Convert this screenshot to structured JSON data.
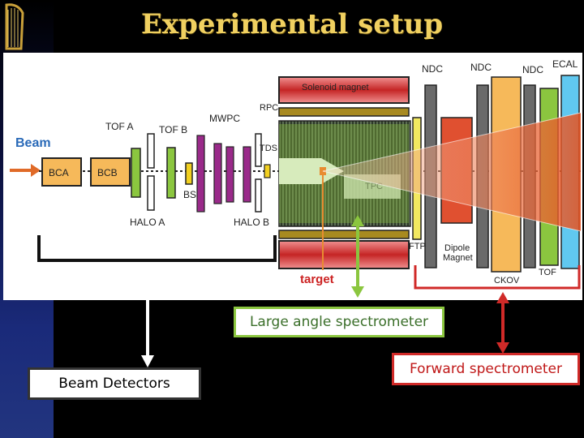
{
  "title": "Experimental setup",
  "labels": {
    "beam": "Beam",
    "bca": "BCA",
    "bcb": "BCB",
    "tof_a": "TOF A",
    "tof_b": "TOF B",
    "mwpc": "MWPC",
    "bs": "BS",
    "halo_a": "HALO A",
    "halo_b": "HALO B",
    "rpc": "RPC",
    "tds": "TDS",
    "solenoid": "Solenoid magnet",
    "tpc": "TPC",
    "target": "target",
    "ftp": "FTP",
    "dipole": "Dipole",
    "magnet": "Magnet",
    "ndc1": "NDC",
    "ndc2": "NDC",
    "ndc3": "NDC",
    "ecal": "ECAL",
    "ckov": "CKOV",
    "tof": "TOF"
  },
  "callouts": {
    "large_angle": "Large angle spectrometer",
    "forward": "Forward spectrometer",
    "beam_detectors": "Beam Detectors"
  },
  "colors": {
    "title": "#f0d060",
    "beam_label": "#2a6ab8",
    "beam_arrow": "#e06a28",
    "large_angle": "#8bc63f",
    "forward": "#d02a28",
    "target": "#cc2222"
  }
}
